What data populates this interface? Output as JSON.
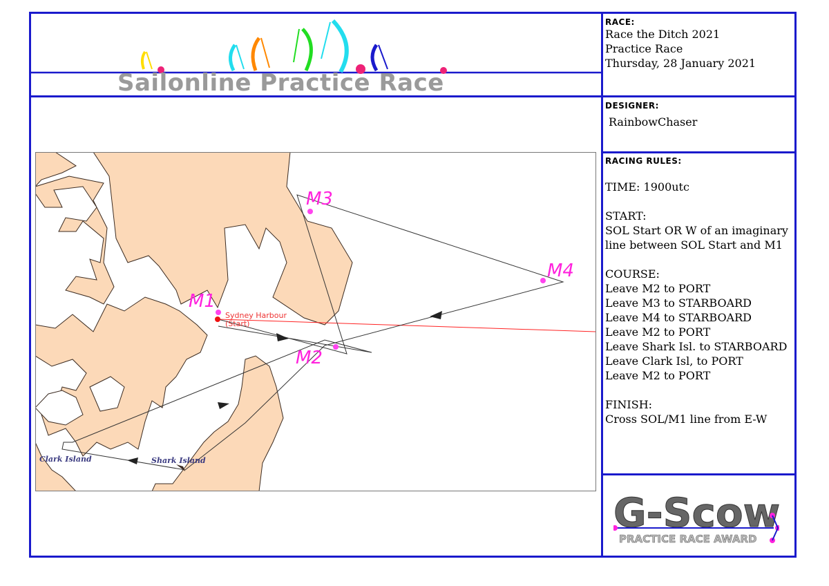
{
  "banner": {
    "title": "Sailonline Practice Race"
  },
  "race": {
    "heading": "RACE:",
    "lines": [
      "Race the Ditch 2021",
      "Practice Race",
      "Thursday, 28 January 2021"
    ]
  },
  "designer": {
    "heading": "DESIGNER:",
    "name": "RainbowChaser"
  },
  "rules": {
    "heading": "RACING RULES:",
    "time": "TIME: 1900utc",
    "start_heading": "START:",
    "start_lines": [
      "SOL Start OR W of an imaginary",
      "line between SOL Start and M1"
    ],
    "course_heading": "COURSE:",
    "course_lines": [
      "Leave M2 to PORT",
      "Leave M3 to STARBOARD",
      "Leave M4 to STARBOARD",
      "Leave M2 to PORT",
      "Leave Shark Isl. to STARBOARD",
      "Leave Clark Isl, to PORT",
      "Leave M2 to PORT"
    ],
    "finish_heading": "FINISH:",
    "finish_line": "Cross SOL/M1 line from E-W"
  },
  "map": {
    "marks": [
      "M1",
      "M2",
      "M3",
      "M4"
    ],
    "start_label": [
      "Sydney Harbour",
      "(Start)"
    ],
    "islands": [
      "Clark Island",
      "Shark Island"
    ],
    "colors": {
      "land": "#fcd9b8",
      "mark": "#ff22dd",
      "start_line": "#ff2222",
      "frame": "#1a1acc"
    }
  },
  "award": {
    "title": "G-Scow",
    "subtitle": "PRACTICE RACE AWARD"
  }
}
